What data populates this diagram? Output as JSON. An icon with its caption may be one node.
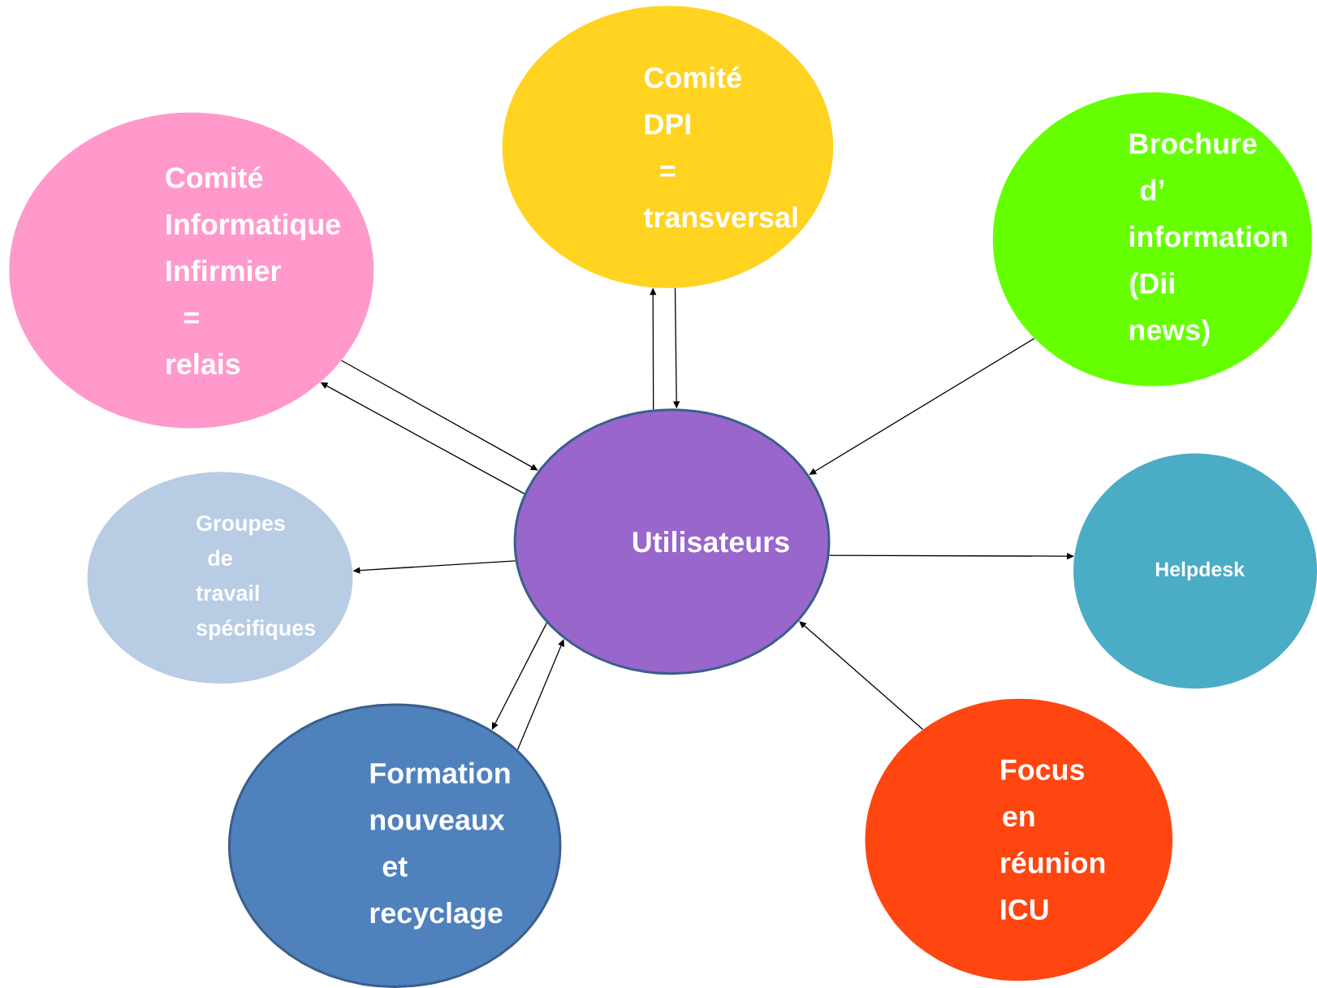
{
  "diagram": {
    "nodes": [
      {
        "text": [
          "Utilisateurs"
        ]
      },
      {
        "text": [
          "Comité DPI = transversal"
        ]
      },
      {
        "text": [
          "Comité Informatique Infirmier = relais"
        ]
      },
      {
        "text": [
          "Brochure d’ information (Dii news)"
        ]
      },
      {
        "text": [
          "Groupes de travail spécifiques"
        ]
      },
      {
        "text": [
          "Helpdesk"
        ]
      },
      {
        "text": [
          "Formation nouveaux et recyclage"
        ]
      },
      {
        "text": [
          "Focus en réunion ICU"
        ]
      }
    ],
    "edges": [
      {
        "from": 0,
        "to": 1,
        "arrow": "to"
      },
      {
        "from": 1,
        "to": 0,
        "arrow": "to"
      },
      {
        "from": 2,
        "to": 0,
        "arrow": "to"
      },
      {
        "from": 0,
        "to": 2,
        "arrow": "to"
      },
      {
        "from": 3,
        "to": 0,
        "arrow": "to"
      },
      {
        "from": 0,
        "to": 4,
        "arrow": "to"
      },
      {
        "from": 0,
        "to": 5,
        "arrow": "to"
      },
      {
        "from": 0,
        "to": 6,
        "arrow": "to"
      },
      {
        "from": 6,
        "to": 0,
        "arrow": "to"
      },
      {
        "from": 7,
        "to": 0,
        "arrow": "to"
      }
    ]
  }
}
